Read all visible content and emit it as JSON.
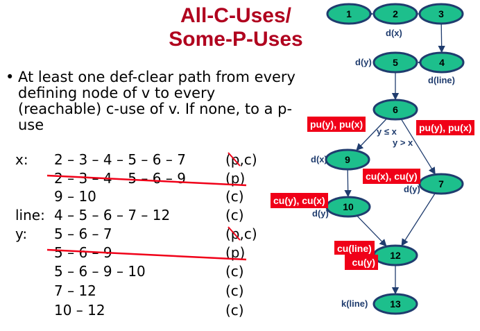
{
  "title": {
    "line1": "All-C-Uses/",
    "line2": "Some-P-Uses"
  },
  "bullet": {
    "symbol": "•",
    "text": "At least one def-clear path from every defining node of v to every (reachable) c-use of v. If none, to a p-use"
  },
  "rows": [
    {
      "var": "x:",
      "path": "2 – 3 – 4 – 5 – 6 – 7",
      "kind": "(p,c)",
      "struck": false,
      "p_crossed": true
    },
    {
      "var": "",
      "path": "2 – 3 – 4 – 5 – 6 – 9",
      "kind": "(p)",
      "struck": true,
      "p_crossed": false
    },
    {
      "var": "",
      "path": "9 – 10",
      "kind": "(c)",
      "struck": false,
      "p_crossed": false
    },
    {
      "var": "line:",
      "path": "4 – 5 – 6 – 7 – 12",
      "kind": "(c)",
      "struck": false,
      "p_crossed": false
    },
    {
      "var": "y:",
      "path": "5 – 6 – 7",
      "kind": "(p,c)",
      "struck": false,
      "p_crossed": true
    },
    {
      "var": "",
      "path": "5 – 6 – 9",
      "kind": "(p)",
      "struck": true,
      "p_crossed": false
    },
    {
      "var": "",
      "path": "5 – 6 – 9 – 10",
      "kind": "(c)",
      "struck": false,
      "p_crossed": false
    },
    {
      "var": "",
      "path": "7 – 12",
      "kind": "(c)",
      "struck": false,
      "p_crossed": false
    },
    {
      "var": "",
      "path": "10 – 12",
      "kind": "(c)",
      "struck": false,
      "p_crossed": false
    }
  ],
  "graph": {
    "nodes": [
      "1",
      "2",
      "3",
      "4",
      "5",
      "6",
      "7",
      "9",
      "10",
      "12",
      "13"
    ],
    "edges": [
      [
        "1",
        "2"
      ],
      [
        "2",
        "3"
      ],
      [
        "3",
        "4"
      ],
      [
        "4",
        "5"
      ],
      [
        "5",
        "6"
      ],
      [
        "6",
        "9"
      ],
      [
        "6",
        "7"
      ],
      [
        "9",
        "10"
      ],
      [
        "10",
        "12"
      ],
      [
        "7",
        "12"
      ],
      [
        "12",
        "13"
      ]
    ],
    "labels": {
      "d2": "d(x)",
      "d5": "d(y)",
      "d4": "d(line)",
      "d9": "d(x)",
      "d7": "d(y)",
      "d10": "d(y)",
      "k13": "k(line)",
      "cond_le": "y ≤ x",
      "cond_gt": "y > x",
      "pu_left": "pu(y), pu(x)",
      "pu_right": "pu(y), pu(x)",
      "cu7": "cu(x), cu(y)",
      "cu10": "cu(y), cu(x)",
      "cu12a": "cu(line)",
      "cu12b": "cu(y)"
    },
    "colors": {
      "node_fill": "#1dbf8c",
      "node_stroke": "#1f3c6e",
      "highlight": "#f00018",
      "title": "#b0001e"
    }
  }
}
